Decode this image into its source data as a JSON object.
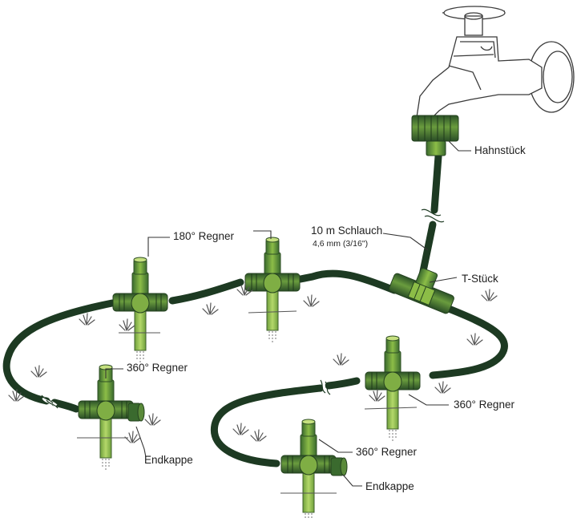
{
  "labels": {
    "tap_adapter": "Hahnstück",
    "hose": "10 m Schlauch",
    "hose_spec": "4,6 mm (3/16\")",
    "tee": "T-Stück",
    "sprinkler_180": "180° Regner",
    "sprinkler_360_left": "360° Regner",
    "sprinkler_360_right": "360° Regner",
    "sprinkler_360_bottom": "360° Regner",
    "end_cap_left": "Endkappe",
    "end_cap_bottom": "Endkappe"
  },
  "colors": {
    "hose": "#1d3a22",
    "fitting_dark": "#2f5a2c",
    "fitting_mid": "#5a8a3a",
    "fitting_light": "#9bc24f",
    "stake": "#8fbf48",
    "outline": "#444444",
    "grass": "#555555",
    "leader": "#333333"
  }
}
